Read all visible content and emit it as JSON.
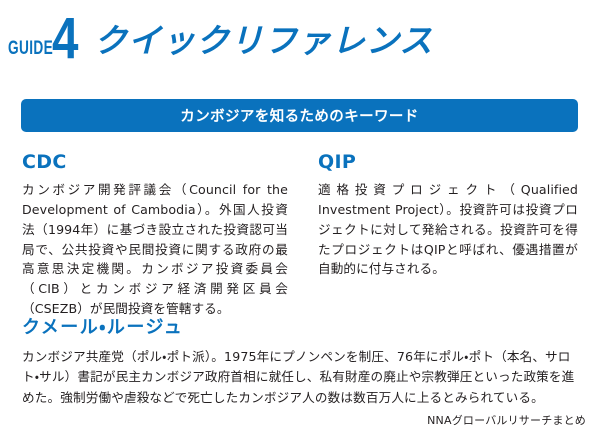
{
  "header": {
    "guide_label": "GUIDE",
    "guide_number": "4",
    "title": "クイックリファレンス"
  },
  "banner": {
    "title": "カンボジアを知るためのキーワード",
    "color": "#0a72bd"
  },
  "terms": [
    {
      "heading": "CDC",
      "body": "カンボジア開発評議会（Council for the Development of Cambodia）。外国人投資法（1994年）に基づき設立された投資認可当局で、公共投資や民間投資に関する政府の最高意思決定機関。カンボジア投資委員会（CIB）とカンボジア経済開発区員会（CSEZB）が民間投資を管轄する。"
    },
    {
      "heading": "QIP",
      "body": "適格投資プロジェクト（Qualified Investment Project）。投資許可は投資プロジェクトに対して発給される。投資許可を得たプロジェクトはQIPと呼ばれ、優遇措置が自動的に付与される。"
    },
    {
      "heading": "クメール・ルージュ",
      "body": "カンボジア共産党（ポル・ポト派）。1975年にプノンペンを制圧、76年にポル・ポト（本名、サロト・サル）書記が民主カンボジア政府首相に就任し、私有財産の廃止や宗教弾圧といった政策を進めた。強制労働や虐殺などで死亡したカンボジア人の数は数百万人に上るとみられている。"
    }
  ],
  "footer": {
    "credit": "NNAグローバルリサーチまとめ"
  },
  "colors": {
    "accent": "#0a72bd",
    "text": "#231f20",
    "background": "#ffffff"
  }
}
